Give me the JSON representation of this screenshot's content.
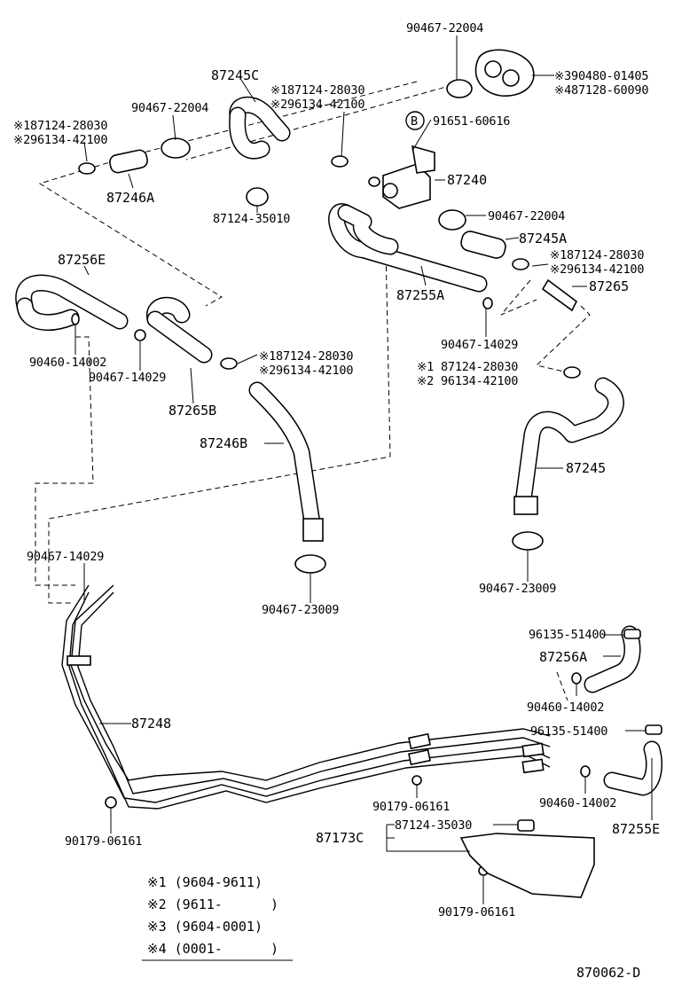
{
  "labels": {
    "p1": "90467-22004",
    "p2": "※390480-01405",
    "p3": "※487128-60090",
    "p4": "87245C",
    "p5": "※187124-28030",
    "p6": "※296134-42100",
    "p7": "90467-22004",
    "p8": "※187124-28030",
    "p9": "※296134-42100",
    "p10": "91651-60616",
    "b_mark": "B",
    "p11": "87246A",
    "p12": "87240",
    "p13": "87124-35010",
    "p14": "90467-22004",
    "p15": "87245A",
    "p16": "87256E",
    "p17": "※187124-28030",
    "p18": "※296134-42100",
    "p19": "87265",
    "p20": "87255A",
    "p21": "90460-14002",
    "p22": "90467-14029",
    "p23": "※187124-28030",
    "p24": "※296134-42100",
    "p25": "90467-14029",
    "p26": "87265B",
    "p27": "※1 87124-28030",
    "p28": "※2 96134-42100",
    "p29": "87246B",
    "p30": "87245",
    "p31": "90467-14029",
    "p32": "90467-23009",
    "p33": "90467-23009",
    "p34": "96135-51400",
    "p35": "87256A",
    "p36": "87248",
    "p37": "90460-14002",
    "p38": "96135-51400",
    "p39": "90179-06161",
    "p40": "90460-14002",
    "p41": "87255E",
    "p42": "87124-35030",
    "p43": "87173C",
    "p44": "90179-06161",
    "p45": "90179-06161"
  },
  "legend": [
    "※1 (9604-9611)",
    "※2 (9611-      )",
    "※3 (9604-0001)",
    "※4 (0001-      )"
  ],
  "diagram_id": "870062-D"
}
